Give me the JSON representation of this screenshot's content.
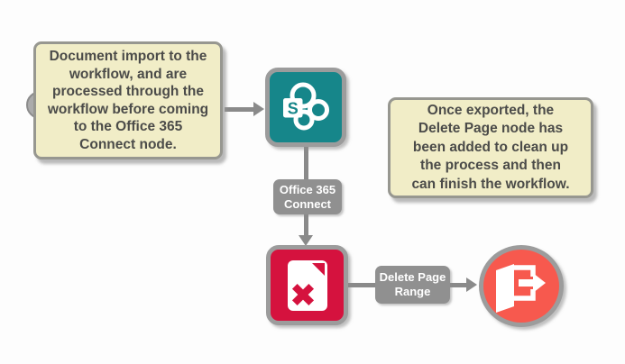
{
  "diagram": {
    "background_color": "#FDFDFD",
    "connector_color": "#8A8A8A",
    "note_fill": "#F1EDC7",
    "notes": {
      "left": {
        "text": "Document import to the\nworkflow, and are\nprocessed through the\nworkflow before coming\nto the Office 365\nConnect node."
      },
      "right": {
        "text": "Once exported, the\nDelete Page node has\nbeen added to clean up\nthe process and then\ncan finish the workflow."
      }
    },
    "nodes": {
      "sharepoint": {
        "icon": "sharepoint-logo-icon",
        "monogram": "S",
        "color": "#16868A"
      },
      "delete_page": {
        "icon": "document-delete-x-icon",
        "color": "#D5123E"
      },
      "exit": {
        "icon": "exit-door-arrow-icon",
        "color": "#F7594E"
      }
    },
    "connector_labels": {
      "office365": {
        "text": "Office 365\nConnect"
      },
      "delete_page": {
        "text": "Delete Page\nRange"
      }
    }
  }
}
